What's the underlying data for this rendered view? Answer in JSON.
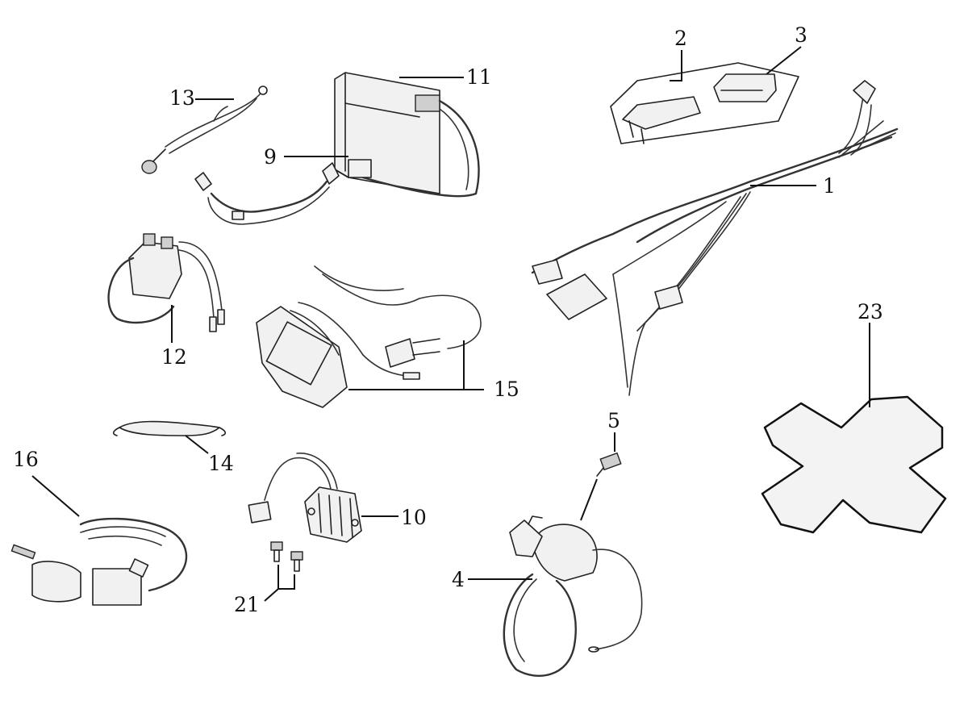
{
  "callouts": {
    "c1": "1",
    "c2": "2",
    "c3": "3",
    "c4": "4",
    "c5": "5",
    "c9": "9",
    "c10": "10",
    "c11": "11",
    "c12": "12",
    "c13": "13",
    "c14": "14",
    "c15": "15",
    "c16": "16",
    "c21": "21",
    "c23": "23"
  },
  "colors": {
    "line": "#111111",
    "part_fill": "#f1f1f1",
    "pad_fill": "#f3f3f3"
  }
}
